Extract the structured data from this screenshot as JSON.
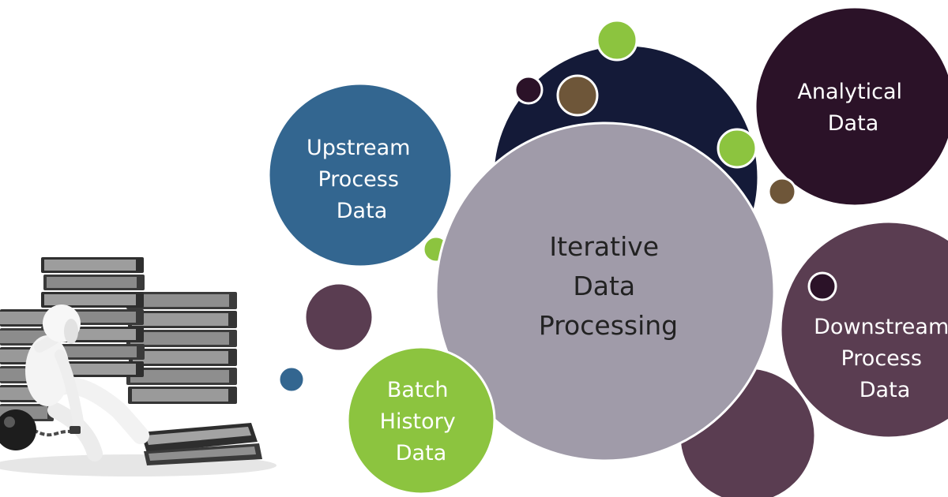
{
  "palette": {
    "steel_blue": "#336690",
    "navy": "#141a38",
    "grey_violet": "#a09ba9",
    "eggplant": "#2b1228",
    "mauve": "#5a3d51",
    "lime": "#8cc43f",
    "brown": "#6e5639",
    "paper": "#ffffff"
  },
  "illustration": {
    "icon": "stressed-person-with-binders-icon"
  },
  "diagram": {
    "center": {
      "lines": [
        "Iterative",
        "Data",
        "Processing"
      ]
    },
    "upstream": {
      "lines": [
        "Upstream",
        "Process",
        "Data"
      ]
    },
    "analytical": {
      "lines": [
        "Analytical",
        "Data"
      ]
    },
    "downstream": {
      "lines": [
        "Downstream",
        "Process",
        "Data"
      ]
    },
    "batch": {
      "lines": [
        "Batch",
        "History",
        "Data"
      ]
    }
  }
}
